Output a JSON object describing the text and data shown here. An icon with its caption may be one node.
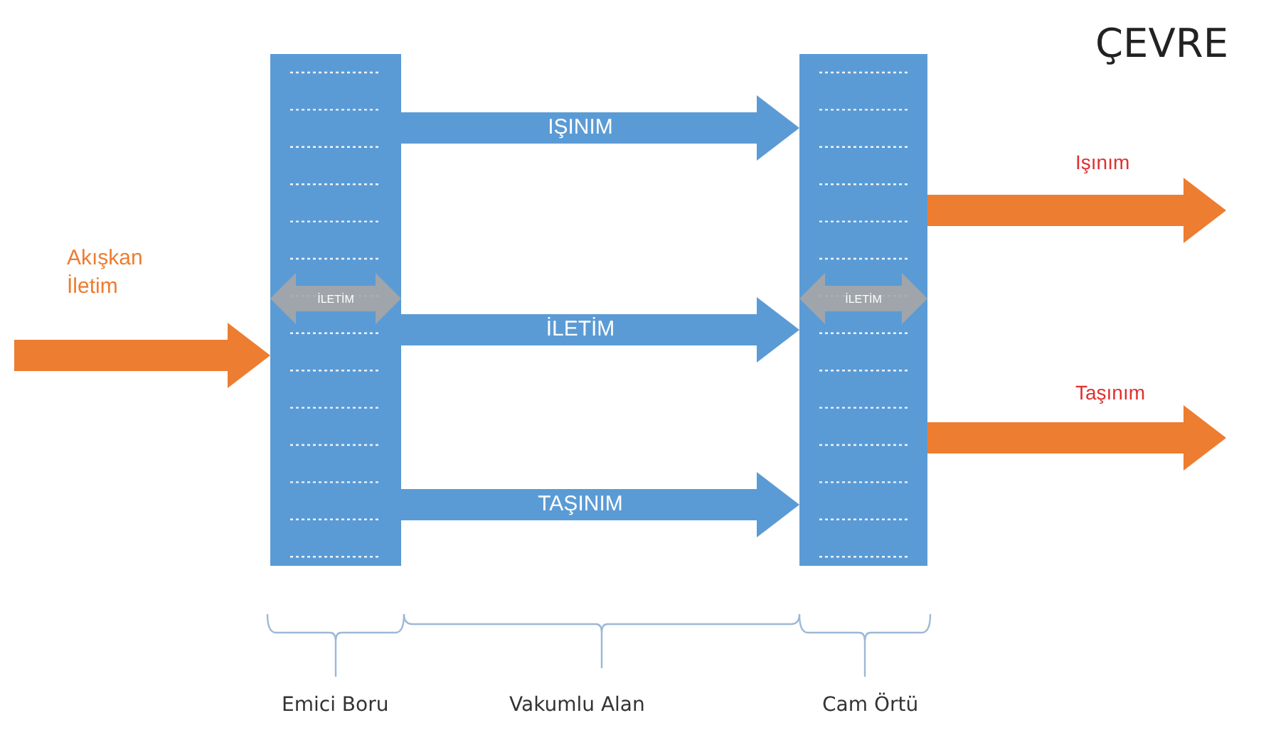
{
  "diagram": {
    "nodes": [
      {
        "text": [],
        "shape": "bar"
      },
      {
        "text": [
          "İLETİM"
        ],
        "in": 0
      },
      {
        "text": [],
        "shape": "bar"
      },
      {
        "text": [
          "İLETİM"
        ],
        "in": 2
      }
    ],
    "edges": [
      {
        "from": null,
        "to": 0,
        "arrow": "to",
        "label": "Akışkan İletim",
        "color": "#ed7d31"
      },
      {
        "from": 0,
        "to": 2,
        "arrow": "to",
        "label": "IŞINIM",
        "color": "#5b9bd5"
      },
      {
        "from": 0,
        "to": 2,
        "arrow": "to",
        "label": "İLETİM",
        "color": "#5b9bd5"
      },
      {
        "from": 0,
        "to": 2,
        "arrow": "to",
        "label": "TAŞINIM",
        "color": "#5b9bd5"
      },
      {
        "from": 2,
        "to": null,
        "arrow": "to",
        "label": "Işınım",
        "color": "#ed7d31"
      },
      {
        "from": 2,
        "to": null,
        "arrow": "to",
        "label": "Taşınım",
        "color": "#ed7d31"
      }
    ],
    "labels": [
      "ÇEVRE",
      "Emici Boru",
      "Vakumlu Alan",
      "Cam Örtü"
    ]
  }
}
